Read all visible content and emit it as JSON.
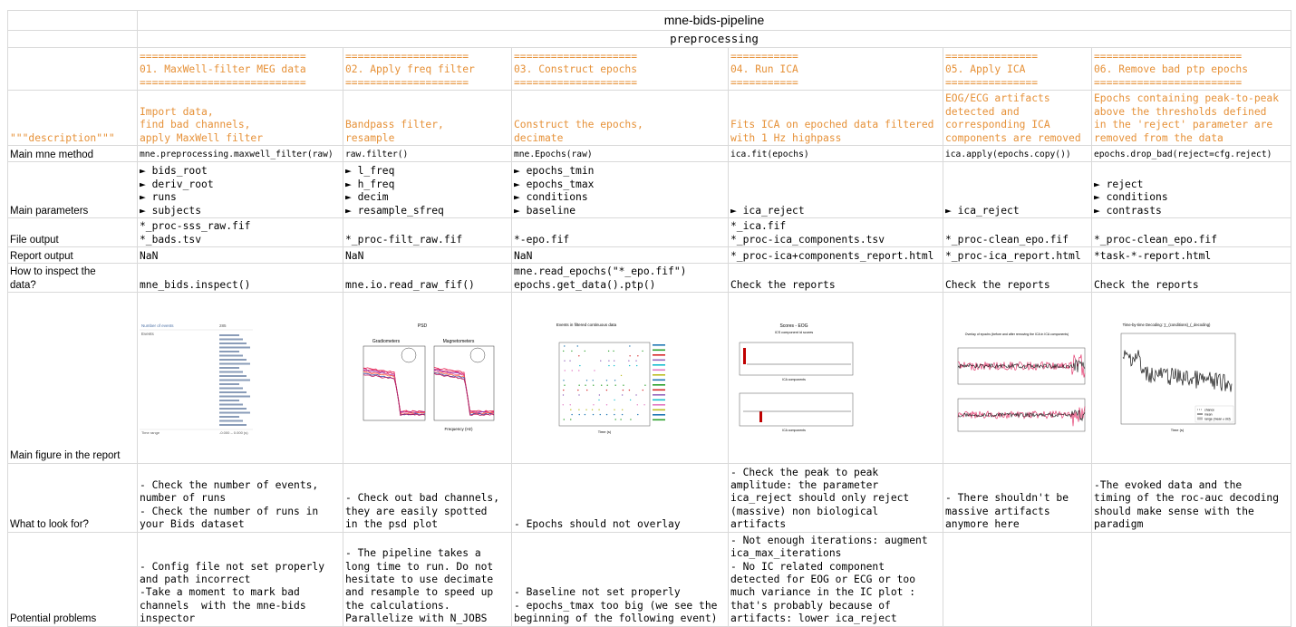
{
  "title": "mne-bids-pipeline",
  "subtitle": "preprocessing",
  "steps": [
    {
      "banner_top": "===========================",
      "name": "01. MaxWell-filter MEG data",
      "banner_bottom": "==========================="
    },
    {
      "banner_top": "====================",
      "name": "02. Apply freq filter",
      "banner_bottom": "===================="
    },
    {
      "banner_top": "====================",
      "name": "03. Construct epochs",
      "banner_bottom": "===================="
    },
    {
      "banner_top": "===========",
      "name": "04. Run ICA",
      "banner_bottom": "==========="
    },
    {
      "banner_top": "===============",
      "name": "05. Apply ICA",
      "banner_bottom": "==============="
    },
    {
      "banner_top": "========================",
      "name": "06. Remove bad ptp epochs",
      "banner_bottom": "========================"
    }
  ],
  "row_labels": {
    "description": "\"\"\"description\"\"\"",
    "method": "Main mne method",
    "params": "Main parameters",
    "file_output": "File output",
    "report_output": "Report output",
    "inspect": "How to inspect the\ndata?",
    "figure": "Main figure in the report",
    "look_for": "What to look for?",
    "problems": "Potential problems"
  },
  "description": [
    "Import data,\nfind bad channels,\napply MaxWell filter",
    "Bandpass filter,\nresample",
    "Construct the epochs,\ndecimate",
    "Fits ICA on epoched data filtered\nwith 1 Hz highpass",
    "EOG/ECG artifacts\ndetected and\ncorresponding ICA\ncomponents are removed",
    "Epochs containing peak-to-peak\nabove the thresholds defined\nin the 'reject' parameter are\nremoved from the data"
  ],
  "method": [
    "mne.preprocessing.maxwell_filter(raw)",
    "raw.filter()",
    "mne.Epochs(raw)",
    "ica.fit(epochs)",
    "ica.apply(epochs.copy())",
    "epochs.drop_bad(reject=cfg.reject)"
  ],
  "params": [
    "► bids_root\n► deriv_root\n► runs\n► subjects",
    "► l_freq\n► h_freq\n► decim\n► resample_sfreq",
    "► epochs_tmin\n► epochs_tmax\n► conditions\n► baseline",
    "► ica_reject",
    "► ica_reject",
    "► reject\n► conditions\n► contrasts"
  ],
  "file_output": [
    "*_proc-sss_raw.fif\n*_bads.tsv",
    "*_proc-filt_raw.fif",
    "*-epo.fif",
    "*_ica.fif\n*_proc-ica_components.tsv",
    "*_proc-clean_epo.fif",
    "*_proc-clean_epo.fif"
  ],
  "report_output": [
    "NaN",
    "NaN",
    "NaN",
    "*_proc-ica+components_report.html",
    "*_proc-ica_report.html",
    "*task-*-report.html"
  ],
  "inspect": [
    "mne_bids.inspect()",
    "mne.io.read_raw_fif()",
    "mne.read_epochs(\"*_epo.fif\")\nepochs.get_data().ptp()",
    "Check the reports",
    "Check the reports",
    "Check the reports"
  ],
  "look_for": [
    "- Check the number of events,\nnumber of runs\n- Check the number of runs in\nyour Bids dataset",
    "- Check out bad channels,\nthey are easily spotted\nin the psd plot",
    "- Epochs should not overlay",
    "- Check the peak to peak\namplitude: the parameter\nica_reject should only reject\n(massive) non biological\nartifacts",
    "- There shouldn't be\nmassive artifacts\nanymore here",
    "-The evoked data and the\ntiming of the roc-auc decoding\nshould make sense with the\nparadigm"
  ],
  "problems": [
    "- Config file not set properly\nand path incorrect\n-Take a moment to mark bad\nchannels  with the mne-bids\ninspector",
    "- The pipeline takes a\nlong time to run. Do not\nhesitate to use decimate\nand resample to speed up\nthe calculations.\nParallelize with N_JOBS",
    "- Baseline not set properly\n- epochs_tmax too big (we see the\nbeginning of the following event)",
    "- Not enough iterations: augment\nica_max_iterations\n- No IC related component\ndetected for EOG or ECG or too\nmuch variance in the IC plot :\nthat's probably because of\nartifacts: lower ica_reject",
    "",
    ""
  ],
  "thumbnails": {
    "events": {
      "header_left": "Number of events",
      "header_right": "285",
      "label": "Events",
      "footer_left": "Time range",
      "footer_right": "-0.000 – 0.000 (s)"
    },
    "psd": {
      "title": "PSD",
      "left": "Gradiometers",
      "right": "Magnetometers",
      "xlabel": "Frequency (Hz)"
    },
    "epochs": {
      "title": "Events in filtered continuous data",
      "xlabel": "Time (s)"
    },
    "ica": {
      "title": "Scores - EOG",
      "subtitle": "ICS component id scores",
      "xlabel": "ICA components"
    },
    "apply": {
      "title": "Overlay of epochs (before and after removing the ICA in ICA components)"
    },
    "decoding": {
      "title": "Time-by-time Decoding: ∑_(conditions)_(_decoding)",
      "legend": [
        "chance",
        "mean",
        "range (mean ± std)"
      ],
      "xlabel": "Time (s)"
    }
  },
  "colors": {
    "accent": "#e69138",
    "grid": "#d9d9d9"
  }
}
